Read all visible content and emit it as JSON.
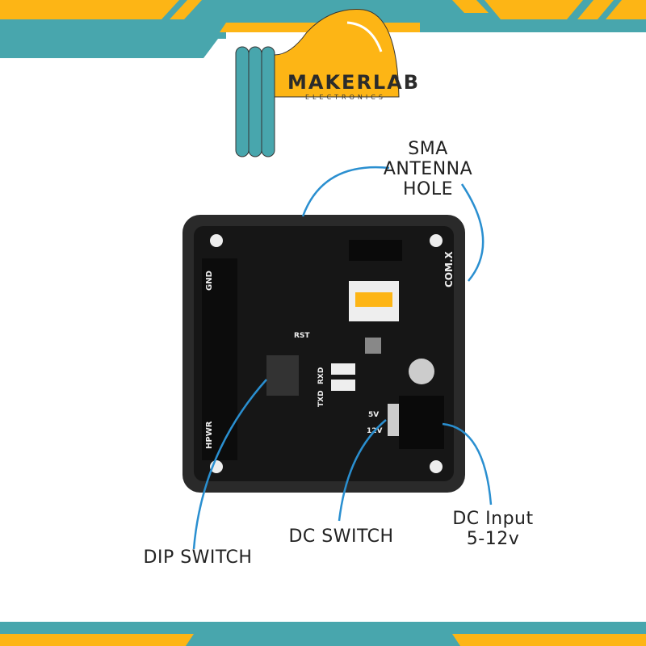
{
  "brand": {
    "name": "MAKERLAB",
    "sub": "ELECTRONICS"
  },
  "colors": {
    "teal": "#48a6ad",
    "orange": "#fdb515",
    "board": "#1c1c1c"
  },
  "labels": {
    "sma": "SMA ANTENNA HOLE",
    "dip": "DIP SWITCH",
    "dc_switch": "DC SWITCH",
    "dc_input_1": "DC Input",
    "dc_input_2": "5-12v"
  },
  "board": {
    "name": "COM.X",
    "pins_left": [
      "GND",
      "HPWR"
    ],
    "switch": [
      "5V",
      "12V"
    ],
    "dip_labels": [
      "RST",
      "RXD",
      "TXD"
    ]
  }
}
